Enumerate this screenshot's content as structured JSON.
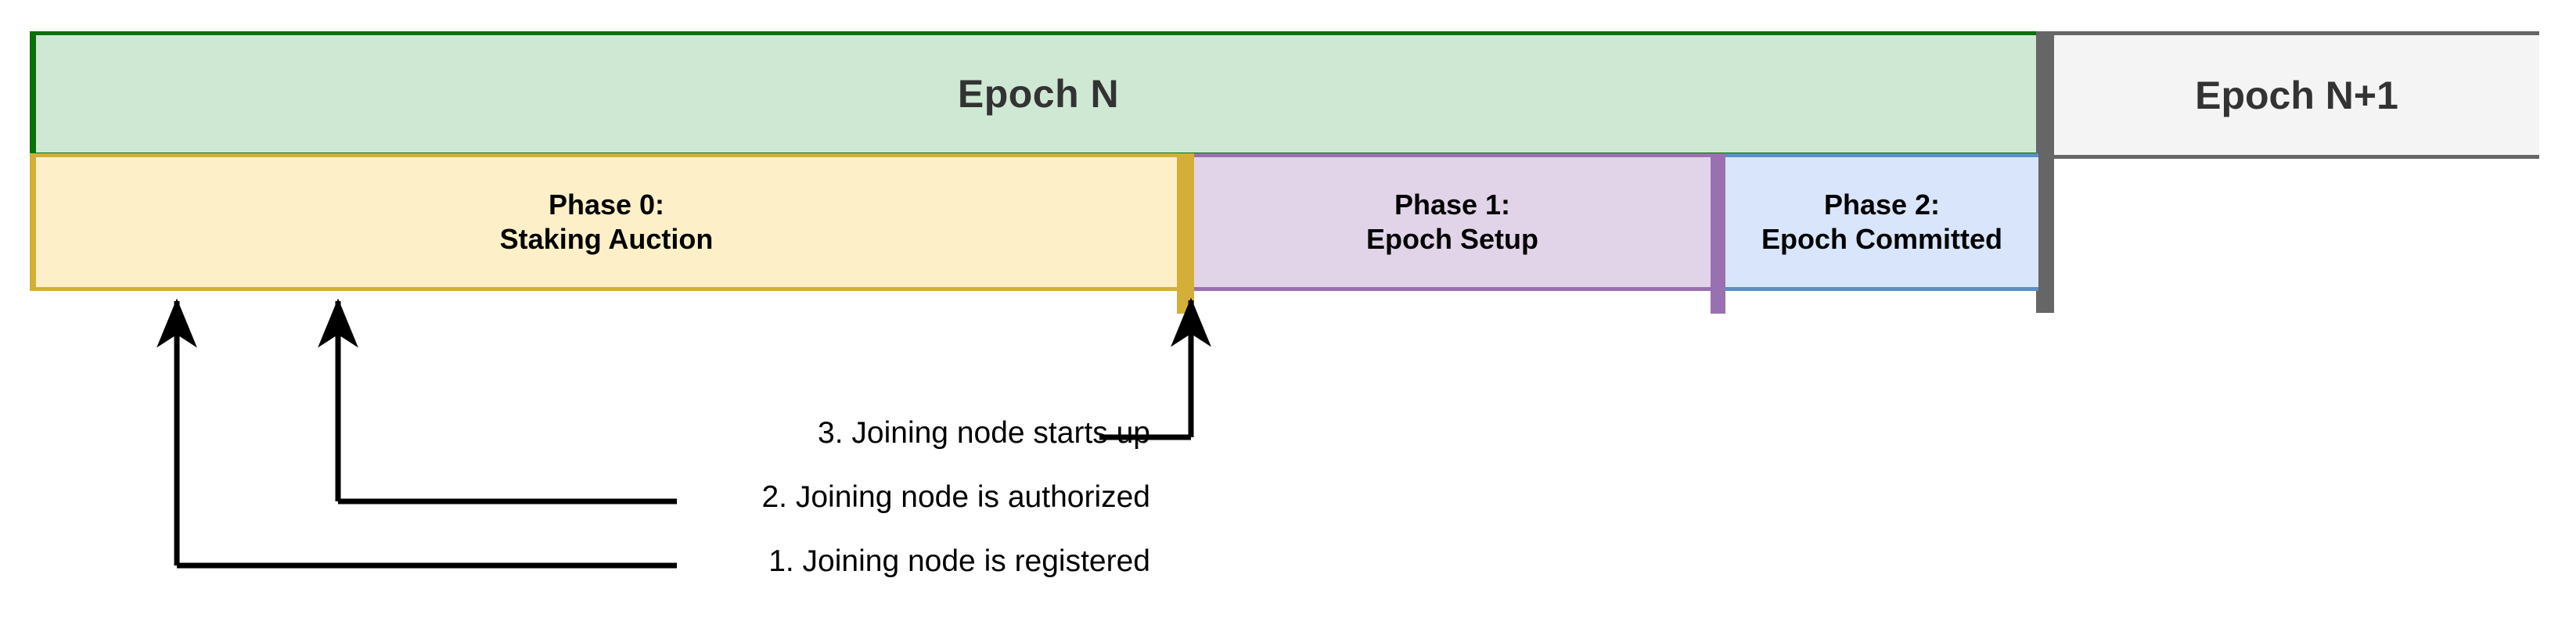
{
  "diagram": {
    "title_epoch_n": "Epoch N",
    "title_epoch_n1": "Epoch N+1",
    "epochs": [
      {
        "name": "epoch-n",
        "label": "Epoch N",
        "fill": "#cfe8d4",
        "stroke": "#0a7009"
      },
      {
        "name": "epoch-n-plus-1",
        "label": "Epoch N+1",
        "fill": "#f4f4f4",
        "stroke": "#666666"
      }
    ],
    "phases": [
      {
        "name": "phase-0",
        "line1": "Phase 0:",
        "line2": "Staking Auction",
        "fill": "#fdf0c8",
        "stroke": "#d4af37"
      },
      {
        "name": "phase-1",
        "line1": "Phase 1:",
        "line2": "Epoch Setup",
        "fill": "#e2d4e8",
        "stroke": "#9a71b0"
      },
      {
        "name": "phase-2",
        "line1": "Phase 2:",
        "line2": "Epoch Committed",
        "fill": "#d9e5fb",
        "stroke": "#5b8fc9"
      }
    ],
    "annotations": [
      {
        "name": "annotation-3",
        "label": "3. Joining node starts up"
      },
      {
        "name": "annotation-2",
        "label": "2. Joining node is authorized"
      },
      {
        "name": "annotation-1",
        "label": "1. Joining node is registered"
      }
    ]
  }
}
